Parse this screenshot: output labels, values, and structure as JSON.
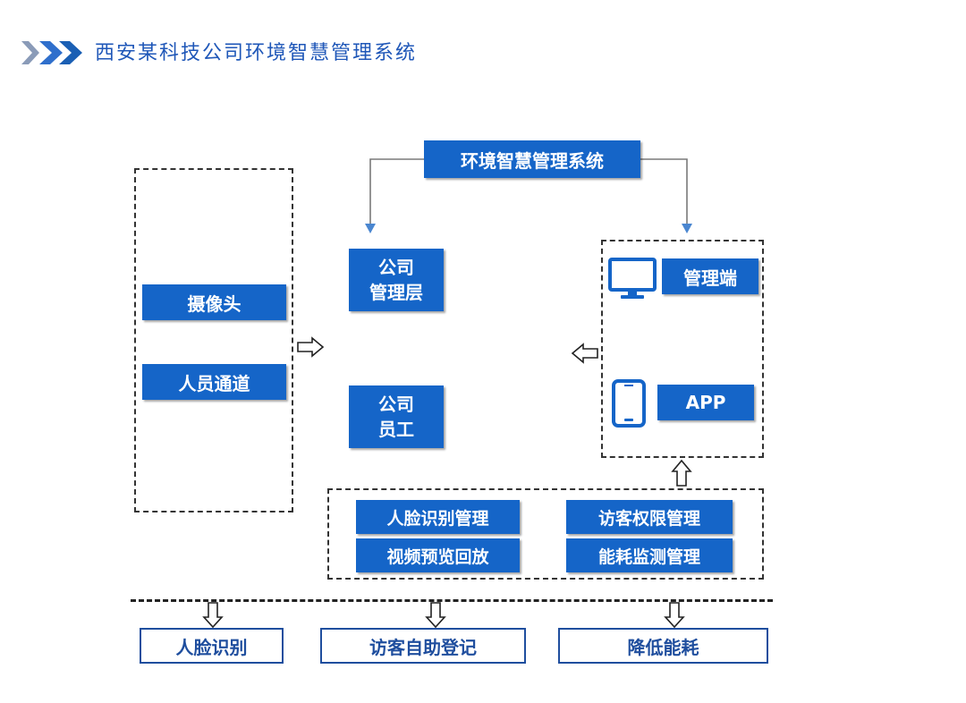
{
  "header": {
    "title": "西安某科技公司环境智慧管理系统",
    "colors": {
      "chevron_primary": "#1a5fb4",
      "chevron_secondary": "#8a9bb8"
    }
  },
  "diagram": {
    "top_system": "环境智慧管理系统",
    "left_group": [
      "摄像头",
      "人员通道"
    ],
    "center_nodes": [
      {
        "line1": "公司",
        "line2": "管理层"
      },
      {
        "line1": "公司",
        "line2": "员工"
      }
    ],
    "right_group": [
      {
        "label": "管理端",
        "icon": "monitor-icon"
      },
      {
        "label": "APP",
        "icon": "smartphone-icon"
      }
    ],
    "functions": [
      "人脸识别管理",
      "访客权限管理",
      "视频预览回放",
      "能耗监测管理"
    ],
    "outcomes": [
      "人脸识别",
      "访客自助登记",
      "降低能耗"
    ],
    "colors": {
      "box_fill": "#1565c8",
      "outcome_border": "#1f4e9e",
      "connector": "#7a7a7a",
      "arrowhead": "#4a86d0"
    }
  }
}
